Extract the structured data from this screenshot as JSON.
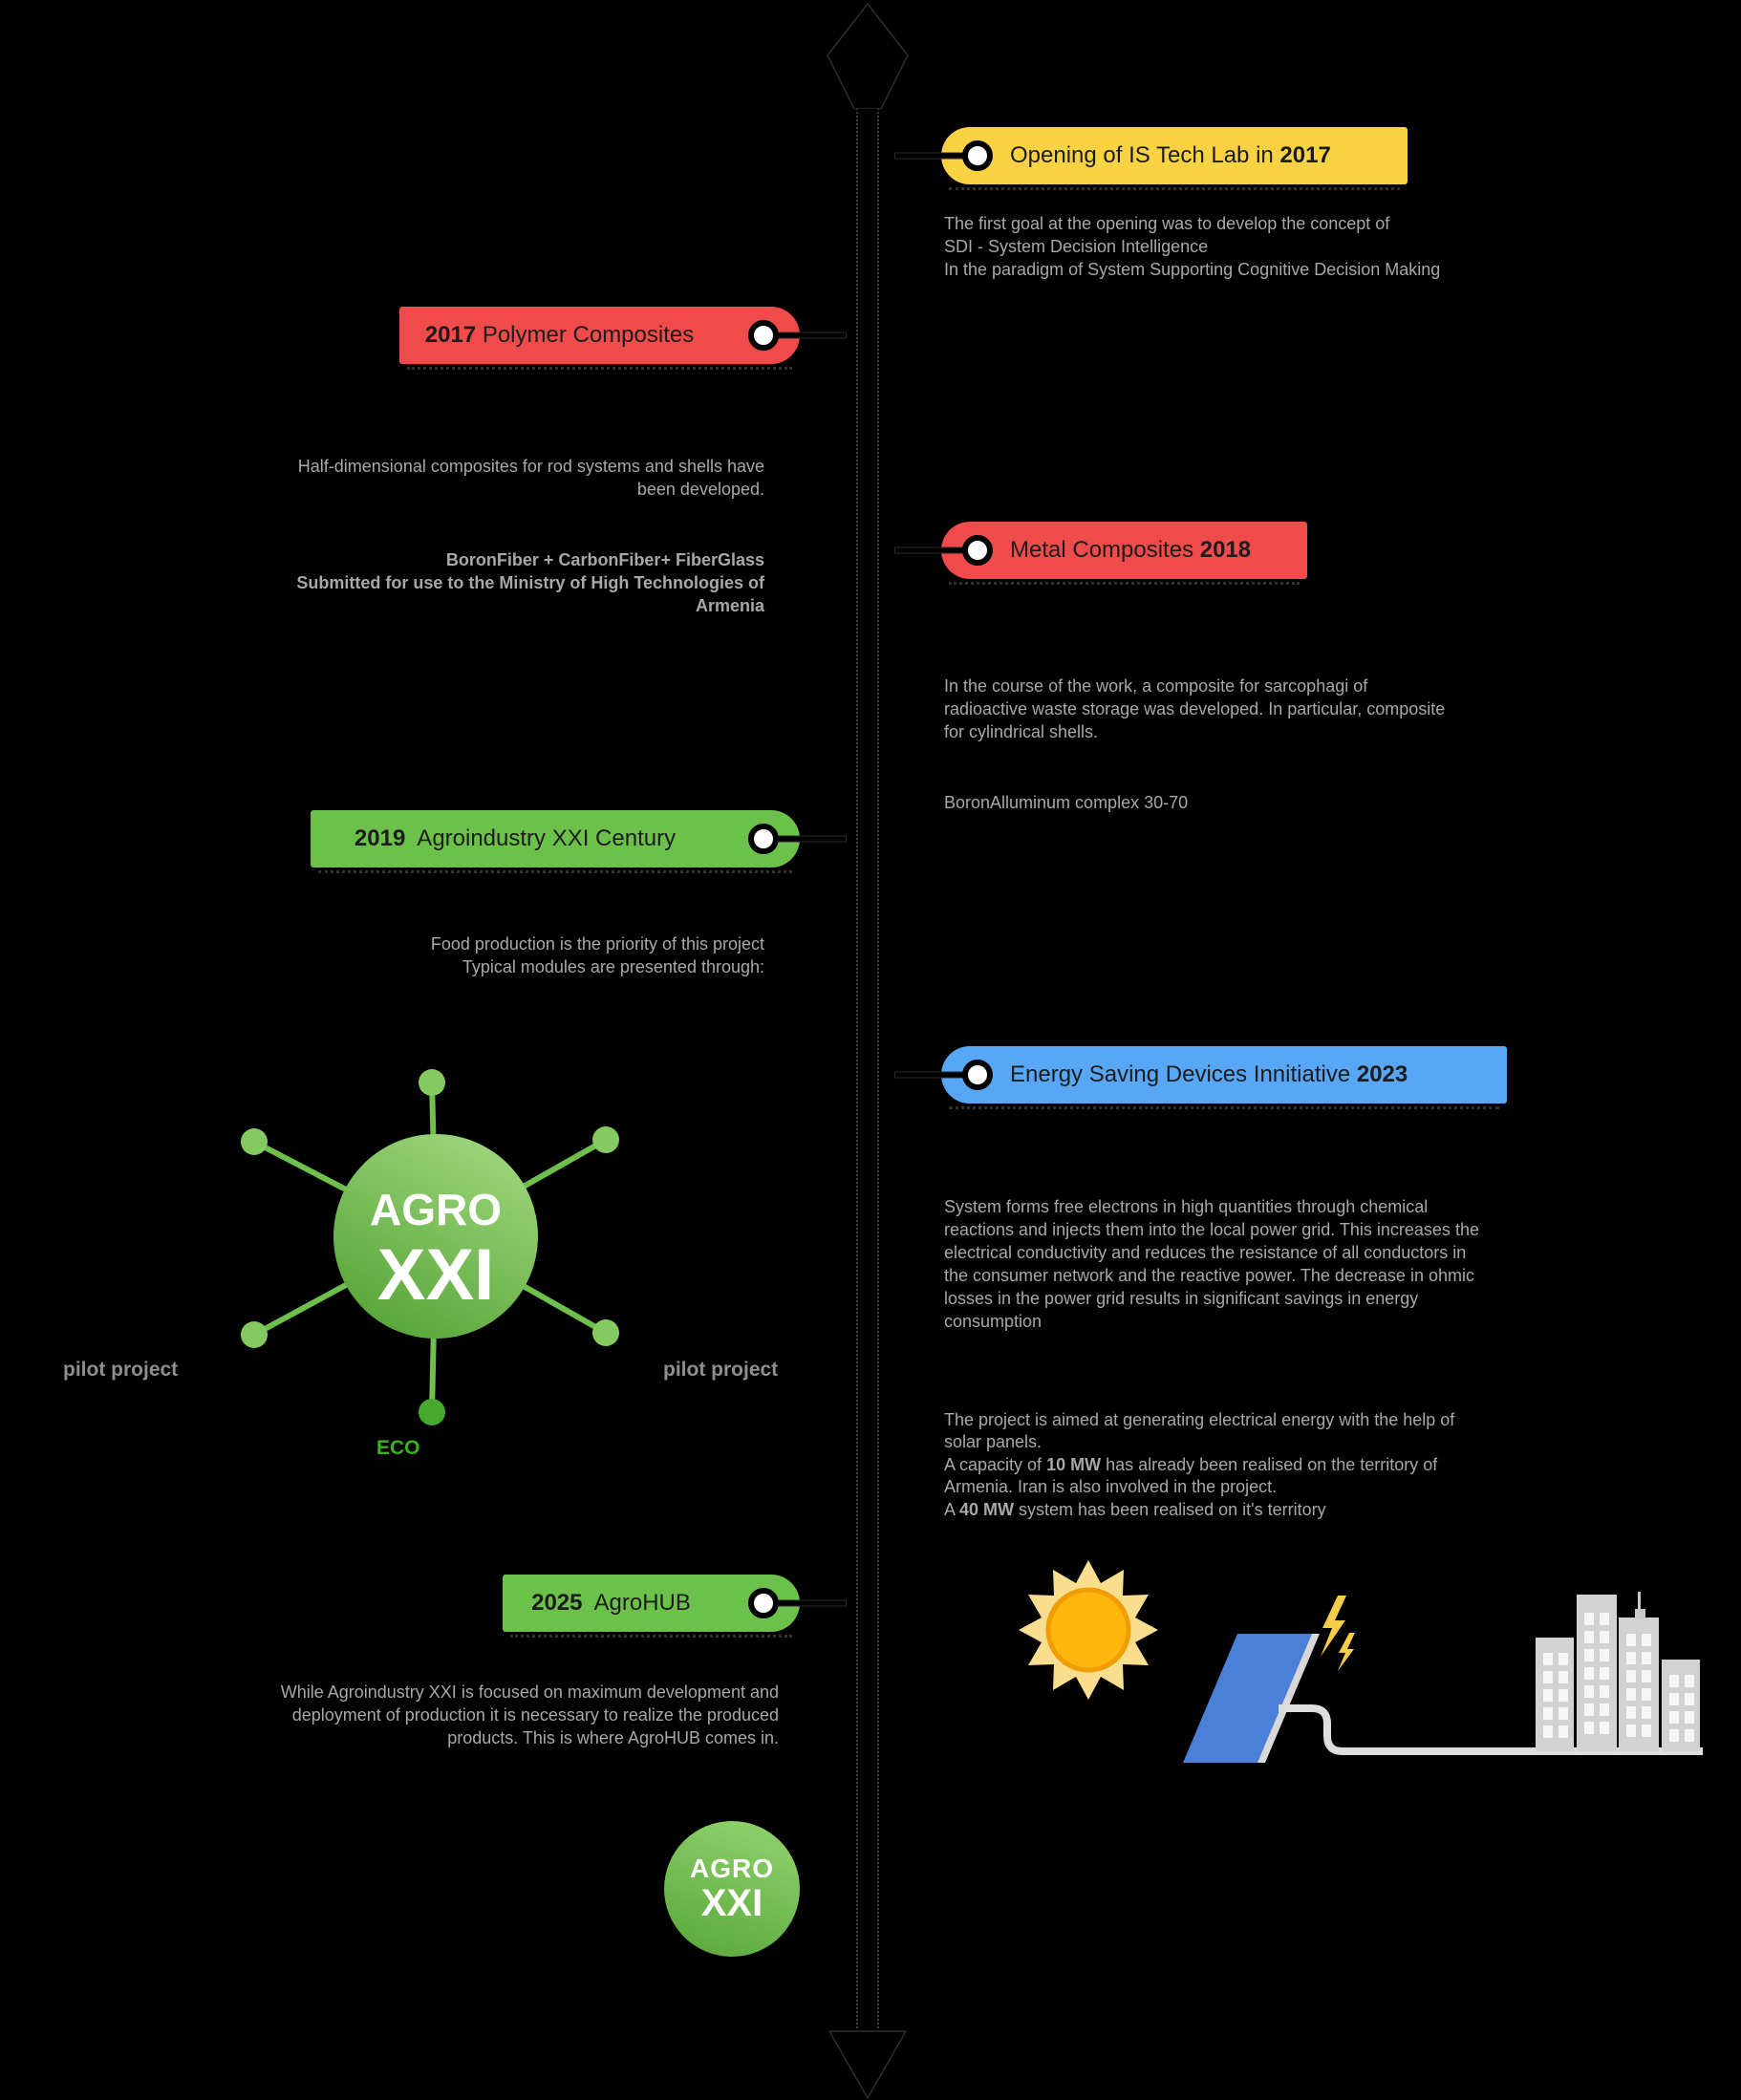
{
  "timeline": {
    "orientation": "vertical",
    "colors": {
      "yellow": "#f9d243",
      "red": "#ef4b4b",
      "green": "#6cc14b",
      "blue": "#57a7f6",
      "body_text_gray": "#a8a8a8",
      "eco_green": "#3bb31e",
      "hub_green_light": "#9dd67c",
      "hub_green_dark": "#55a436",
      "sun_yellow": "#f9df8d",
      "sun_orange": "#ffb60d",
      "panel_blue": "#4b80d7",
      "building_gray": "#d2d2d2"
    }
  },
  "events": [
    {
      "title": "Opening of IS Tech Lab in ",
      "year": "2017",
      "body": "The first goal at the opening was to develop the concept of\nSDI - System Decision Intelligence\nIn the paradigm of System Supporting Cognitive Decision Making"
    },
    {
      "year": "2017",
      "title": " Polymer Composites",
      "body_p1": "Half-dimensional composites for rod systems and shells have\nbeen developed.",
      "body_p2": "BoronFiber + CarbonFiber+ FiberGlass\nSubmitted for use to the Ministry of High Technologies of\nArmenia"
    },
    {
      "title": "Metal Composites ",
      "year": "2018",
      "body_p1": "In the course of the work, a composite for sarcophagi of\nradioactive waste storage was developed. In particular, composite\nfor cylindrical shells.",
      "body_p2": "BoronAlluminum complex 30-70"
    },
    {
      "year": "2019",
      "title": "  Agroindustry XXI Century",
      "body": "Food production is the priority of this project\nTypical modules are presented through:"
    },
    {
      "title": "Energy Saving Devices Innitiative ",
      "year": "2023",
      "body": "System forms free electrons in high quantities through chemical\nreactions and injects them into the local power grid. This increases the\nelectrical conductivity and reduces the resistance of all conductors in\nthe consumer network and the reactive power. The decrease in ohmic\nlosses in the power grid results in significant savings in energy\nconsumption",
      "body2_s1": "The project is aimed at generating electrical energy with the help of\nsolar panels.\nA capacity of ",
      "body2_b1": "10 MW",
      "body2_s2": " has already been realised on the territory of\nArmenia. Iran is also involved in the project.\nA ",
      "body2_b2": "40 MW",
      "body2_s3": " system has been realised on it's territory"
    },
    {
      "year": "2025",
      "title": "  AgroHUB",
      "body": "While Agroindustry XXI is focused on maximum development and\ndeployment of production it is necessary to realize the produced\nproducts. This is where AgroHUB comes in."
    }
  ],
  "hub": {
    "name_top": "AGRO",
    "name_bottom": "XXI",
    "pilot_left": "pilot project",
    "pilot_right": "pilot project",
    "eco": "ECO"
  },
  "badge": {
    "name_top": "AGRO",
    "name_bottom": "XXI"
  }
}
